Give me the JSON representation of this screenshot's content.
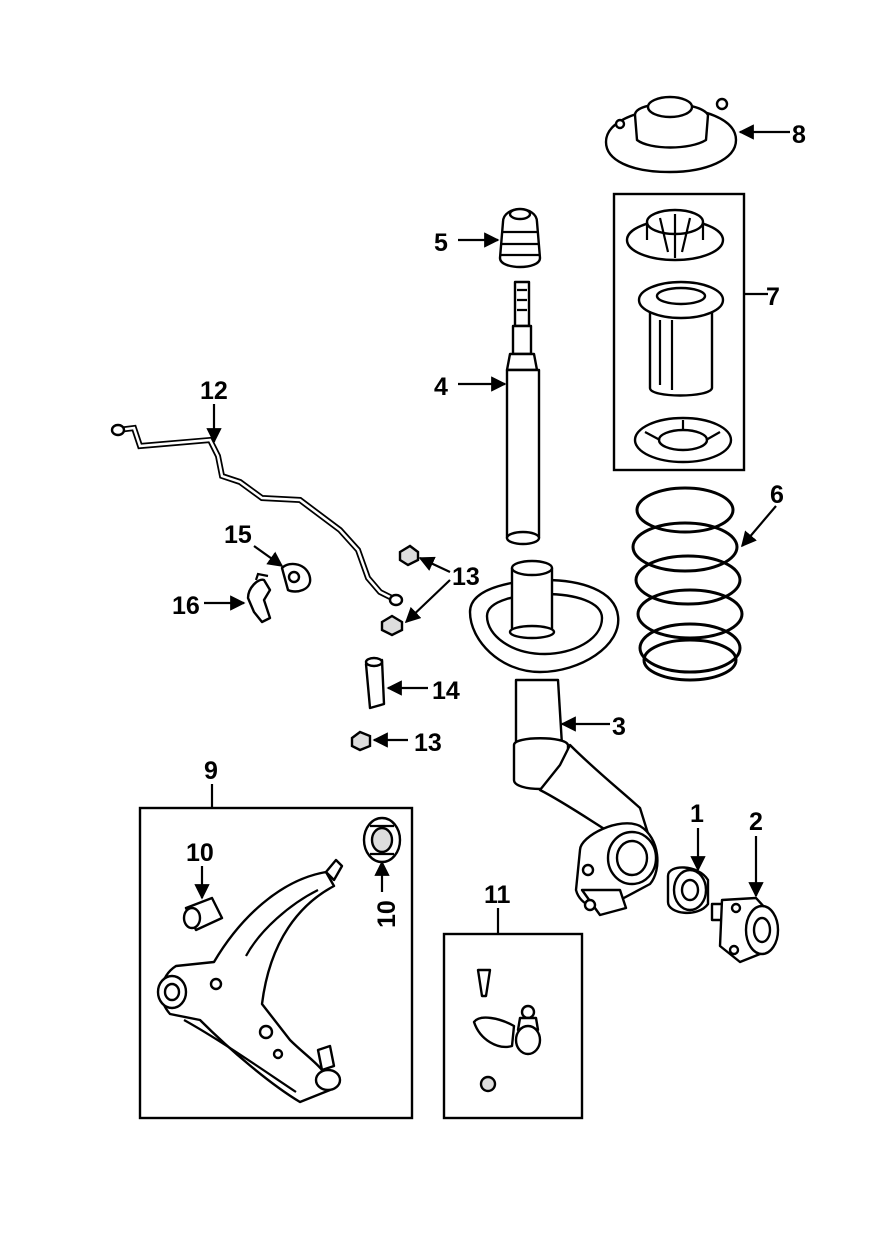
{
  "callouts": {
    "c1": "1",
    "c2": "2",
    "c3": "3",
    "c4": "4",
    "c5": "5",
    "c6": "6",
    "c7": "7",
    "c8": "8",
    "c9": "9",
    "c10a": "10",
    "c10b": "10",
    "c11": "11",
    "c12": "12",
    "c13a": "13",
    "c13b": "13",
    "c14": "14",
    "c15": "15",
    "c16": "16"
  }
}
